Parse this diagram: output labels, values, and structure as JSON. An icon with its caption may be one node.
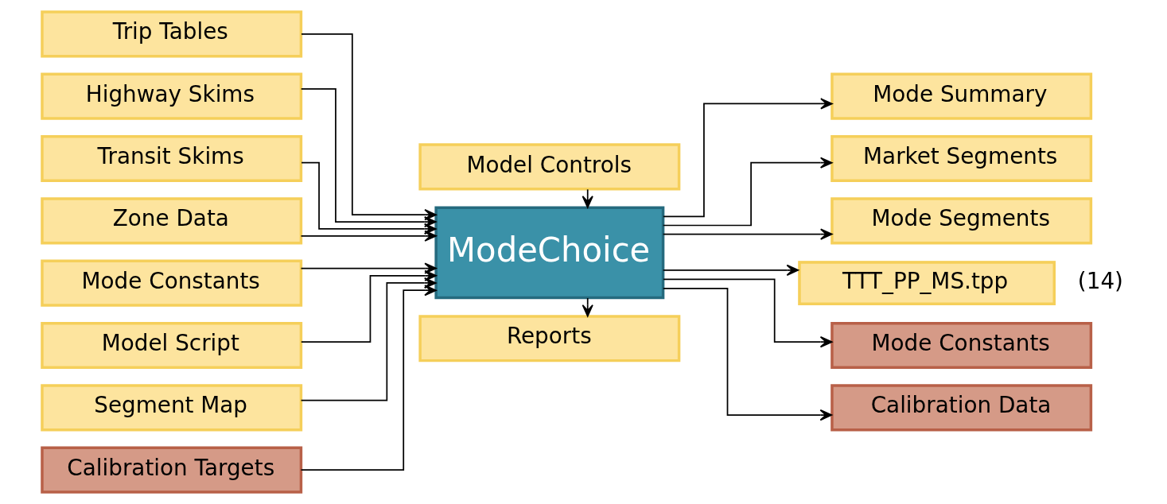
{
  "diagram": {
    "nodes": [
      {
        "text": [
          "Trip Tables"
        ]
      },
      {
        "text": [
          "Highway Skims"
        ]
      },
      {
        "text": [
          "Transit Skims"
        ]
      },
      {
        "text": [
          "Zone Data"
        ]
      },
      {
        "text": [
          "Mode Constants"
        ]
      },
      {
        "text": [
          "Model Script"
        ]
      },
      {
        "text": [
          "Segment Map"
        ]
      },
      {
        "text": [
          "Calibration Targets"
        ]
      },
      {
        "text": [
          "Model Controls"
        ]
      },
      {
        "text": [
          "ModeChoice"
        ]
      },
      {
        "text": [
          "Reports"
        ]
      },
      {
        "text": [
          "Mode Summary"
        ]
      },
      {
        "text": [
          "Market Segments"
        ]
      },
      {
        "text": [
          "Mode Segments"
        ]
      },
      {
        "text": [
          "TTT_PP_MS.tpp"
        ],
        "beside": [
          "(14)"
        ]
      },
      {
        "text": [
          "Mode Constants"
        ]
      },
      {
        "text": [
          "Calibration Data"
        ]
      }
    ],
    "edges": [
      {
        "from": 0,
        "to": 9,
        "arrow": "to"
      },
      {
        "from": 1,
        "to": 9,
        "arrow": "to"
      },
      {
        "from": 2,
        "to": 9,
        "arrow": "to"
      },
      {
        "from": 3,
        "to": 9,
        "arrow": "to"
      },
      {
        "from": 4,
        "to": 9,
        "arrow": "to"
      },
      {
        "from": 5,
        "to": 9,
        "arrow": "to"
      },
      {
        "from": 6,
        "to": 9,
        "arrow": "to"
      },
      {
        "from": 7,
        "to": 9,
        "arrow": "to"
      },
      {
        "from": 8,
        "to": 9,
        "arrow": "to"
      },
      {
        "from": 9,
        "to": 10,
        "arrow": "to"
      },
      {
        "from": 9,
        "to": 11,
        "arrow": "to"
      },
      {
        "from": 9,
        "to": 12,
        "arrow": "to"
      },
      {
        "from": 9,
        "to": 13,
        "arrow": "to"
      },
      {
        "from": 9,
        "to": 14,
        "arrow": "to"
      },
      {
        "from": 9,
        "to": 15,
        "arrow": "to"
      },
      {
        "from": 9,
        "to": 16,
        "arrow": "to"
      }
    ]
  }
}
